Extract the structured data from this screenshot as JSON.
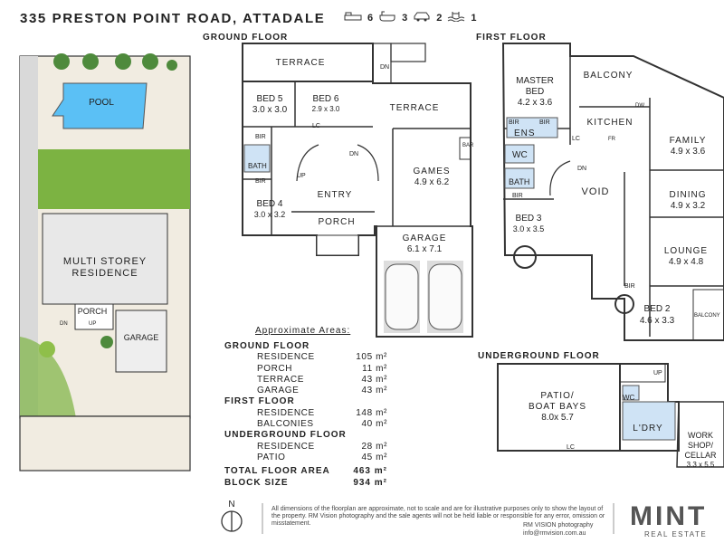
{
  "header": {
    "title": "335 PRESTON POINT ROAD, ATTADALE",
    "bedrooms": "6",
    "bathrooms": "3",
    "garage": "2",
    "pool": "1"
  },
  "site": {
    "pool": "POOL",
    "residence_l1": "MULTI STOREY",
    "residence_l2": "RESIDENCE",
    "porch": "PORCH",
    "garage": "GARAGE",
    "dn": "DN",
    "up": "UP"
  },
  "ground": {
    "heading": "GROUND FLOOR",
    "terrace_top": "TERRACE",
    "terrace_right": "TERRACE",
    "bed5": "BED 5",
    "bed5_size": "3.0 x 3.0",
    "bed6": "BED 6",
    "bed6_size": "2.9 x 3.0",
    "bir": "BIR",
    "lc": "LC",
    "bath": "BATH",
    "bed4": "BED 4",
    "bed4_size": "3.0 x 3.2",
    "entry": "ENTRY",
    "porch": "PORCH",
    "games": "GAMES",
    "games_size": "4.9 x 6.2",
    "bar": "BAR",
    "garage": "GARAGE",
    "garage_size": "6.1 x 7.1",
    "dn": "DN",
    "up": "UP"
  },
  "first": {
    "heading": "FIRST FLOOR",
    "master": "MASTER",
    "master_bed": "BED",
    "master_size": "4.2 x 3.6",
    "balcony": "BALCONY",
    "kitchen": "KITCHEN",
    "dw": "DW",
    "fr": "FR",
    "bir": "BIR",
    "ens": "ENS",
    "lc": "LC",
    "wc": "WC",
    "family": "FAMILY",
    "family_size": "4.9 x 3.6",
    "dn": "DN",
    "bath": "BATH",
    "void": "VOID",
    "dining": "DINING",
    "dining_size": "4.9 x 3.2",
    "bed3": "BED 3",
    "bed3_size": "3.0 x 3.5",
    "lounge": "LOUNGE",
    "lounge_size": "4.9 x 4.8",
    "bed2": "BED 2",
    "bed2_size": "4.6 x 3.3",
    "balcony_small": "BALCONY"
  },
  "underground": {
    "heading": "UNDERGROUND FLOOR",
    "patio_l1": "PATIO/",
    "patio_l2": "BOAT BAYS",
    "patio_size": "8.0x 5.7",
    "lc": "LC",
    "up": "UP",
    "wc": "WC",
    "ldry": "L'DRY",
    "work_l1": "WORK",
    "work_l2": "SHOP/",
    "work_l3": "CELLAR",
    "work_size": "3.3 x 5.5"
  },
  "areas": {
    "heading": "Approximate Areas:",
    "ground": "GROUND FLOOR",
    "g_residence": "RESIDENCE",
    "g_residence_v": "105 m²",
    "g_porch": "PORCH",
    "g_porch_v": "11 m²",
    "g_terrace": "TERRACE",
    "g_terrace_v": "43 m²",
    "g_garage": "GARAGE",
    "g_garage_v": "43 m²",
    "first": "FIRST FLOOR",
    "f_residence": "RESIDENCE",
    "f_residence_v": "148 m²",
    "f_balconies": "BALCONIES",
    "f_balconies_v": "40 m²",
    "under": "UNDERGROUND FLOOR",
    "u_residence": "RESIDENCE",
    "u_residence_v": "28 m²",
    "u_patio": "PATIO",
    "u_patio_v": "45 m²",
    "total": "TOTAL FLOOR AREA",
    "total_v": "463 m²",
    "block": "BLOCK SIZE",
    "block_v": "934 m²"
  },
  "footer": {
    "north": "N",
    "disclaimer": "All dimensions of the floorplan are approximate, not to scale and are for illustrative purposes only to show the layout of the property. RM Vision photography and the sale agents will not be held liable or responsible for any error, omission or misstatement.",
    "credit1": "RM VISION photography",
    "credit2": "info@rmvision.com.au",
    "brand": "MINT",
    "brand_sub": "REAL ESTATE"
  },
  "colors": {
    "grass": "#7cb342",
    "pool": "#5bc0f5",
    "wet_area": "#cfe3f5",
    "wall": "#333333",
    "paving": "#efeadf"
  }
}
